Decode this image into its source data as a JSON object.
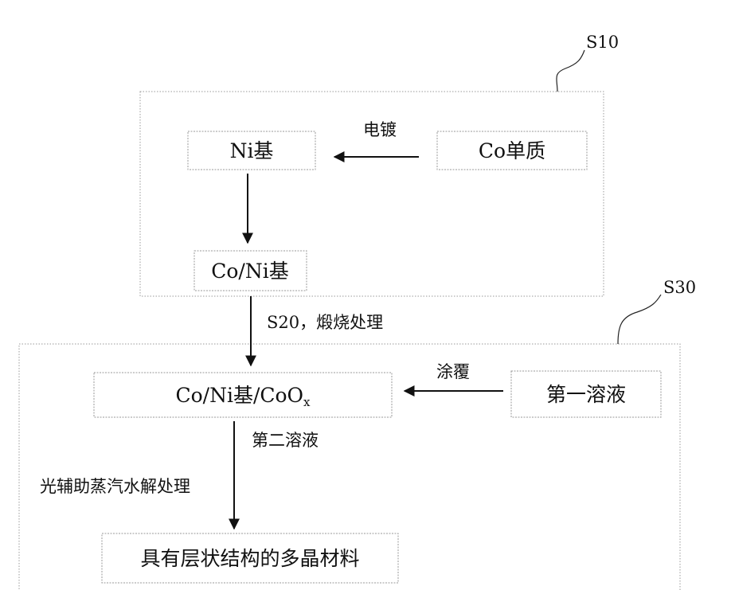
{
  "groups": {
    "s10_label": "S10",
    "s30_label": "S30"
  },
  "nodes": {
    "ni_base": "Ni基",
    "co_element": "Co单质",
    "co_ni_base": "Co/Ni基",
    "co_ni_coox_main": "Co/Ni基/CoO",
    "co_ni_coox_sub": "x",
    "first_solution": "第一溶液",
    "product": "具有层状结构的多晶材料"
  },
  "edges": {
    "electroplating": "电镀",
    "calcination": "S20，煅烧处理",
    "coating": "涂覆",
    "second_solution": "第二溶液",
    "hydrolysis": "光辅助蒸汽水解处理"
  }
}
